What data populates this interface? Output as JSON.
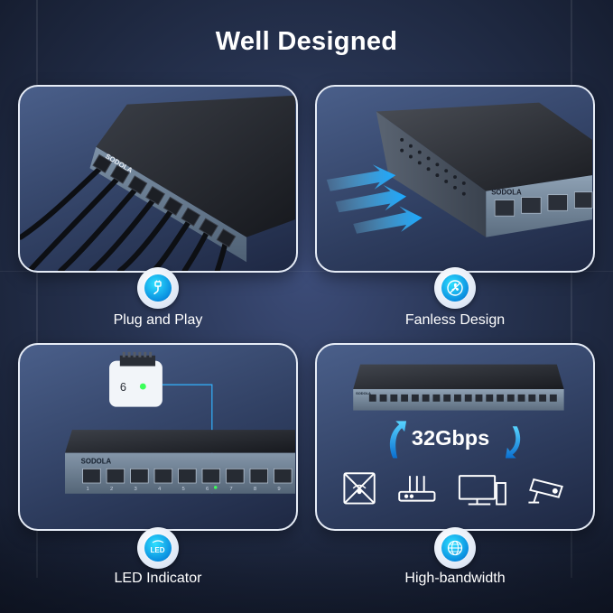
{
  "title": "Well Designed",
  "brand": "SODOLA",
  "features": [
    {
      "label": "Plug and Play",
      "icon": "plug-icon"
    },
    {
      "label": "Fanless Design",
      "icon": "fan-icon"
    },
    {
      "label": "LED Indicator",
      "icon": "led-icon"
    },
    {
      "label": "High-bandwidth",
      "icon": "globe-icon"
    }
  ],
  "led_port_callout": "6",
  "led_badge_text": "LED",
  "port_numbers": [
    "1",
    "2",
    "3",
    "4",
    "5",
    "6",
    "7",
    "8",
    "9"
  ],
  "bandwidth": "32Gbps",
  "device_icons": [
    "wifi-access-point-icon",
    "router-icon",
    "desktop-computer-icon",
    "security-camera-icon"
  ],
  "colors": {
    "accent": "#0a8fe0",
    "led_green": "#3cff5a",
    "background": "#26324f"
  }
}
